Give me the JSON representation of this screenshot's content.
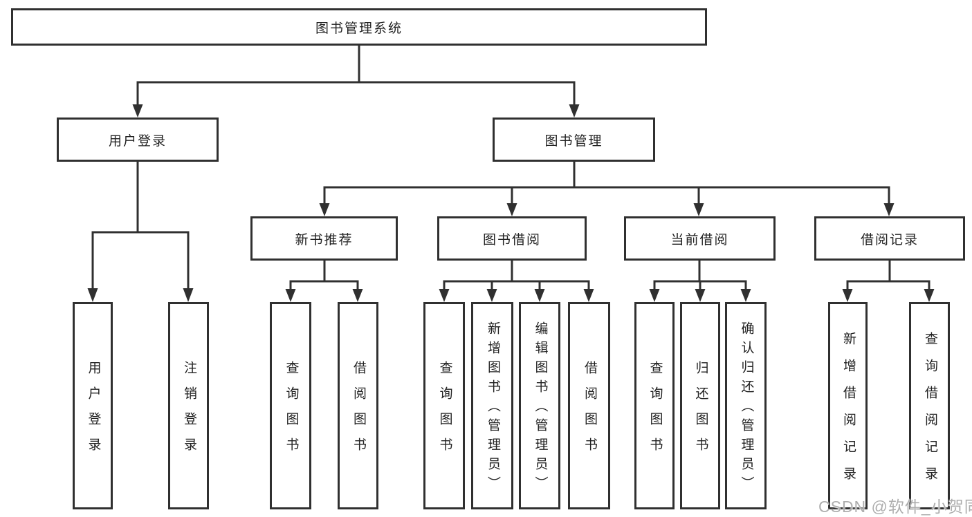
{
  "tree": {
    "root": {
      "label": "图书管理系统",
      "children": [
        {
          "label": "用户登录",
          "children": [
            {
              "label": "用户登录"
            },
            {
              "label": "注销登录"
            }
          ]
        },
        {
          "label": "图书管理",
          "children": [
            {
              "label": "新书推荐",
              "children": [
                {
                  "label": "查询图书"
                },
                {
                  "label": "借阅图书"
                }
              ]
            },
            {
              "label": "图书借阅",
              "children": [
                {
                  "label": "查询图书"
                },
                {
                  "label": "新增图书（管理员）"
                },
                {
                  "label": "编辑图书（管理员）"
                },
                {
                  "label": "借阅图书"
                }
              ]
            },
            {
              "label": "当前借阅",
              "children": [
                {
                  "label": "查询图书"
                },
                {
                  "label": "归还图书"
                },
                {
                  "label": "确认归还（管理员）"
                }
              ]
            },
            {
              "label": "借阅记录",
              "children": [
                {
                  "label": "新增借阅记录"
                },
                {
                  "label": "查询借阅记录"
                }
              ]
            }
          ]
        }
      ]
    }
  },
  "watermark": {
    "text": "CSDN @软件_小贺同学"
  },
  "colors": {
    "line": "#303030",
    "text": "#222222",
    "watermark": "#aeaeae",
    "background": "#ffffff"
  }
}
